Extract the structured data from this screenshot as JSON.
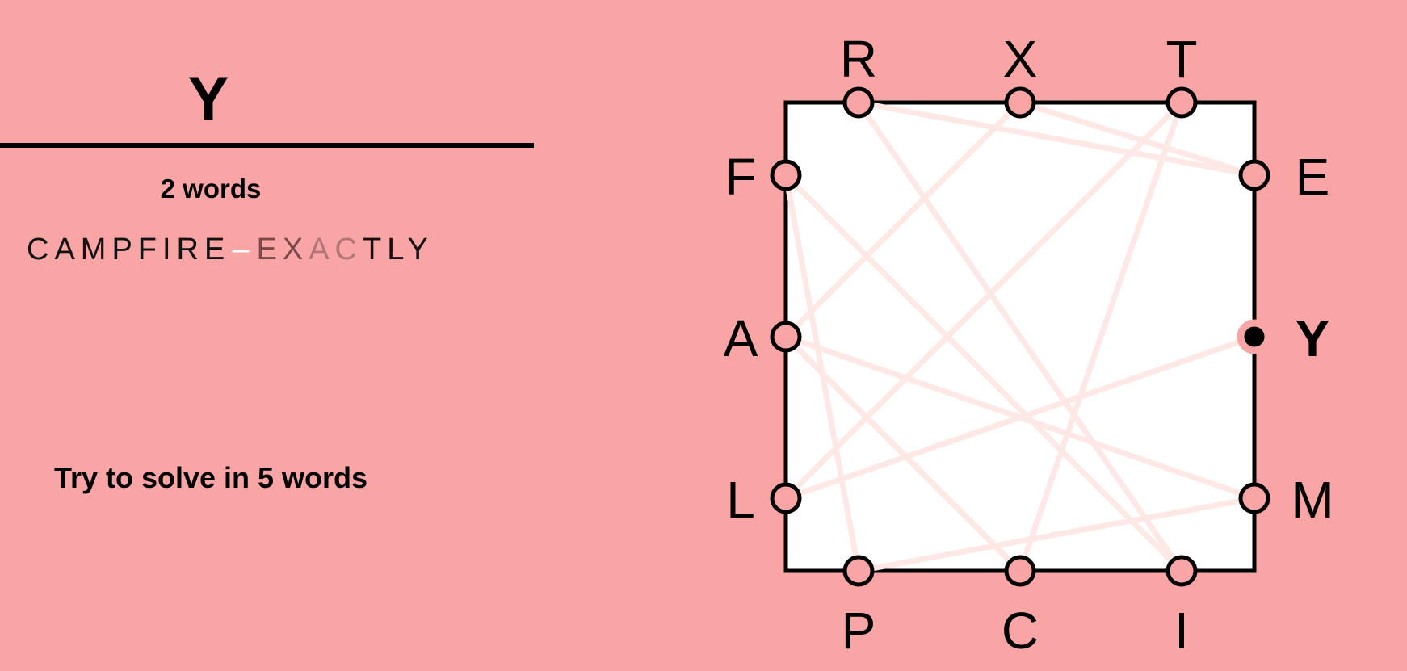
{
  "current_word": "Y",
  "word_count_label": "2 words",
  "solution": {
    "first_word": "CAMPFIRE",
    "separator": "–",
    "second_word_prefix": "EX",
    "second_word_mid": "AC",
    "second_word_rest": "TLY"
  },
  "goal_text": "Try to solve in 5 words",
  "board": {
    "sides": {
      "top": [
        "R",
        "X",
        "T"
      ],
      "left": [
        "F",
        "A",
        "L"
      ],
      "right": [
        "E",
        "Y",
        "M"
      ],
      "bottom": [
        "P",
        "C",
        "I"
      ]
    },
    "active_letter": "Y",
    "path_sequence": [
      "C",
      "A",
      "M",
      "P",
      "F",
      "I",
      "R",
      "E",
      "X",
      "A",
      "C",
      "T",
      "L",
      "Y"
    ],
    "colors": {
      "background": "#f9a5a5",
      "box_fill": "#ffffff",
      "box_stroke": "#000000",
      "node_fill": "#f9a5a5",
      "path_line": "#fde8e6",
      "active_node": "#000000"
    }
  }
}
